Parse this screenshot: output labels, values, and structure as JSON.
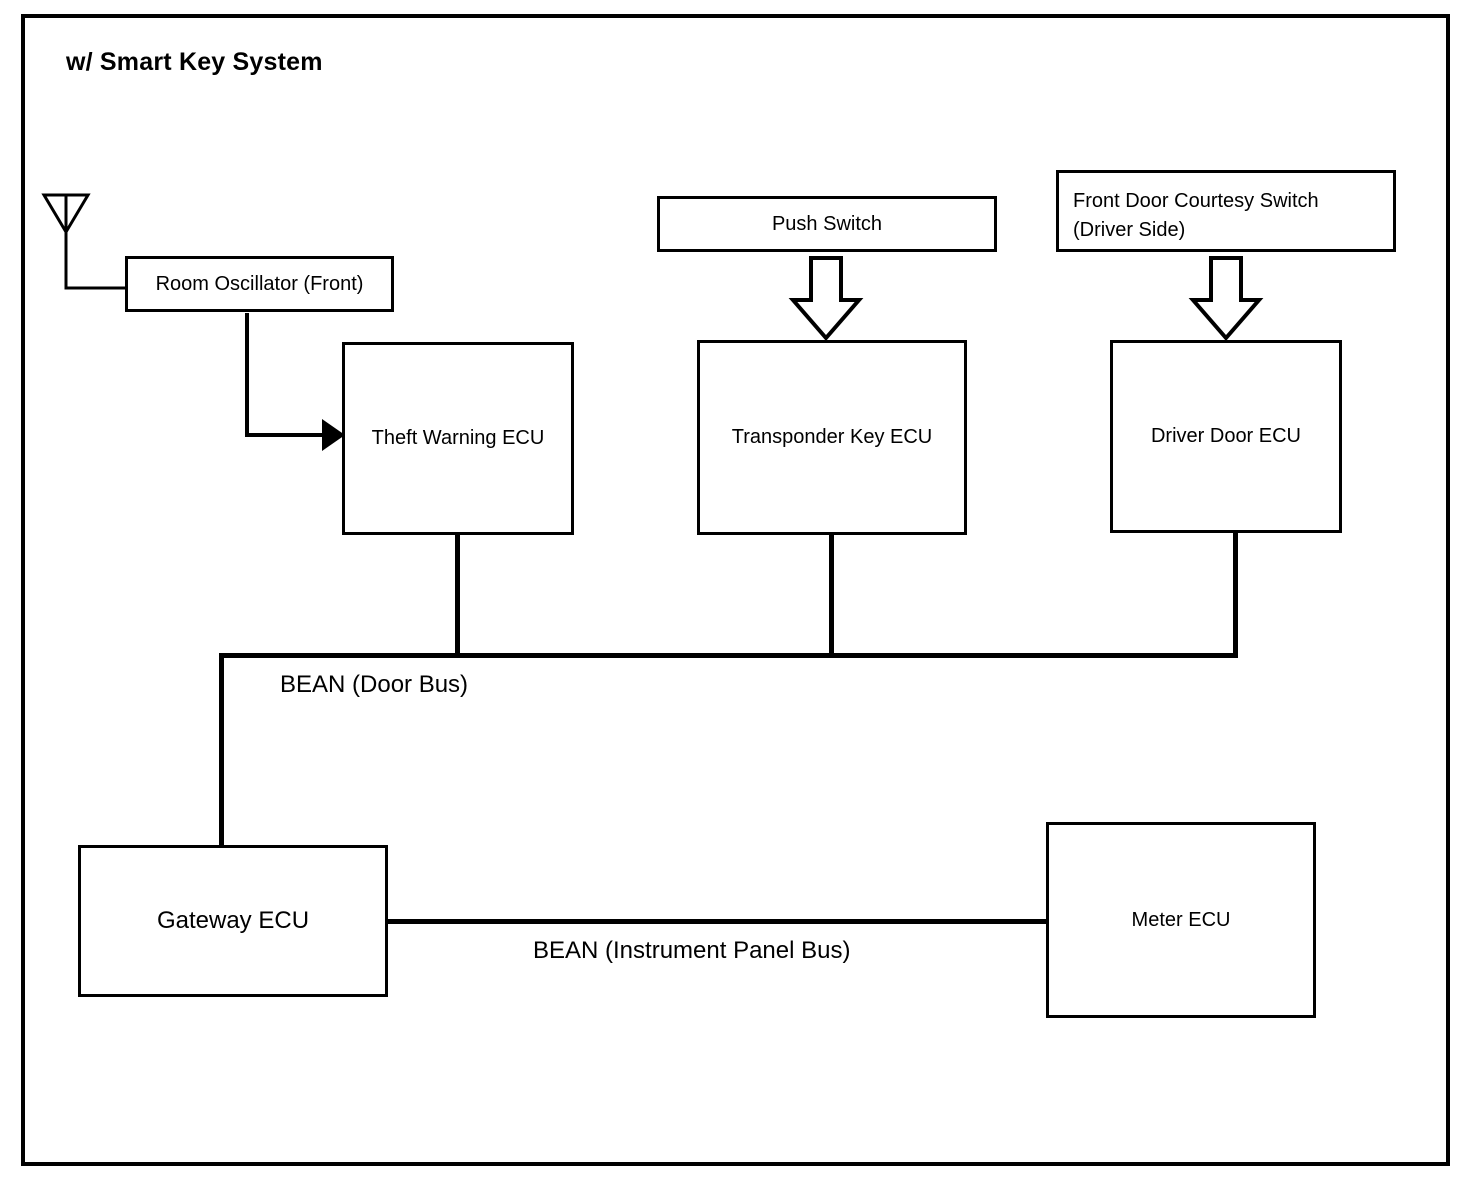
{
  "diagram": {
    "title": "w/ Smart Key System",
    "blocks": [
      {
        "id": "room-oscillator",
        "label": "Room Oscillator (Front)"
      },
      {
        "id": "theft-warning-ecu",
        "label": "Theft Warning ECU"
      },
      {
        "id": "push-switch",
        "label": "Push Switch"
      },
      {
        "id": "transponder-key-ecu",
        "label": "Transponder Key ECU"
      },
      {
        "id": "front-door-courtesy-switch",
        "label_line1": "Front Door Courtesy Switch",
        "label_line2": "(Driver Side)"
      },
      {
        "id": "driver-door-ecu",
        "label": "Driver Door ECU"
      },
      {
        "id": "gateway-ecu",
        "label": "Gateway ECU"
      },
      {
        "id": "meter-ecu",
        "label": "Meter ECU"
      }
    ],
    "bus_labels": {
      "door_bus": "BEAN (Door Bus)",
      "instrument_panel_bus": "BEAN (Instrument Panel Bus)"
    },
    "symbols": {
      "antenna": "antenna-icon",
      "signal_arrow": "solid-arrow-icon",
      "push_arrow": "hollow-block-arrow-icon"
    },
    "colors": {
      "line": "#000000",
      "background": "#ffffff",
      "text": "#000000"
    }
  }
}
